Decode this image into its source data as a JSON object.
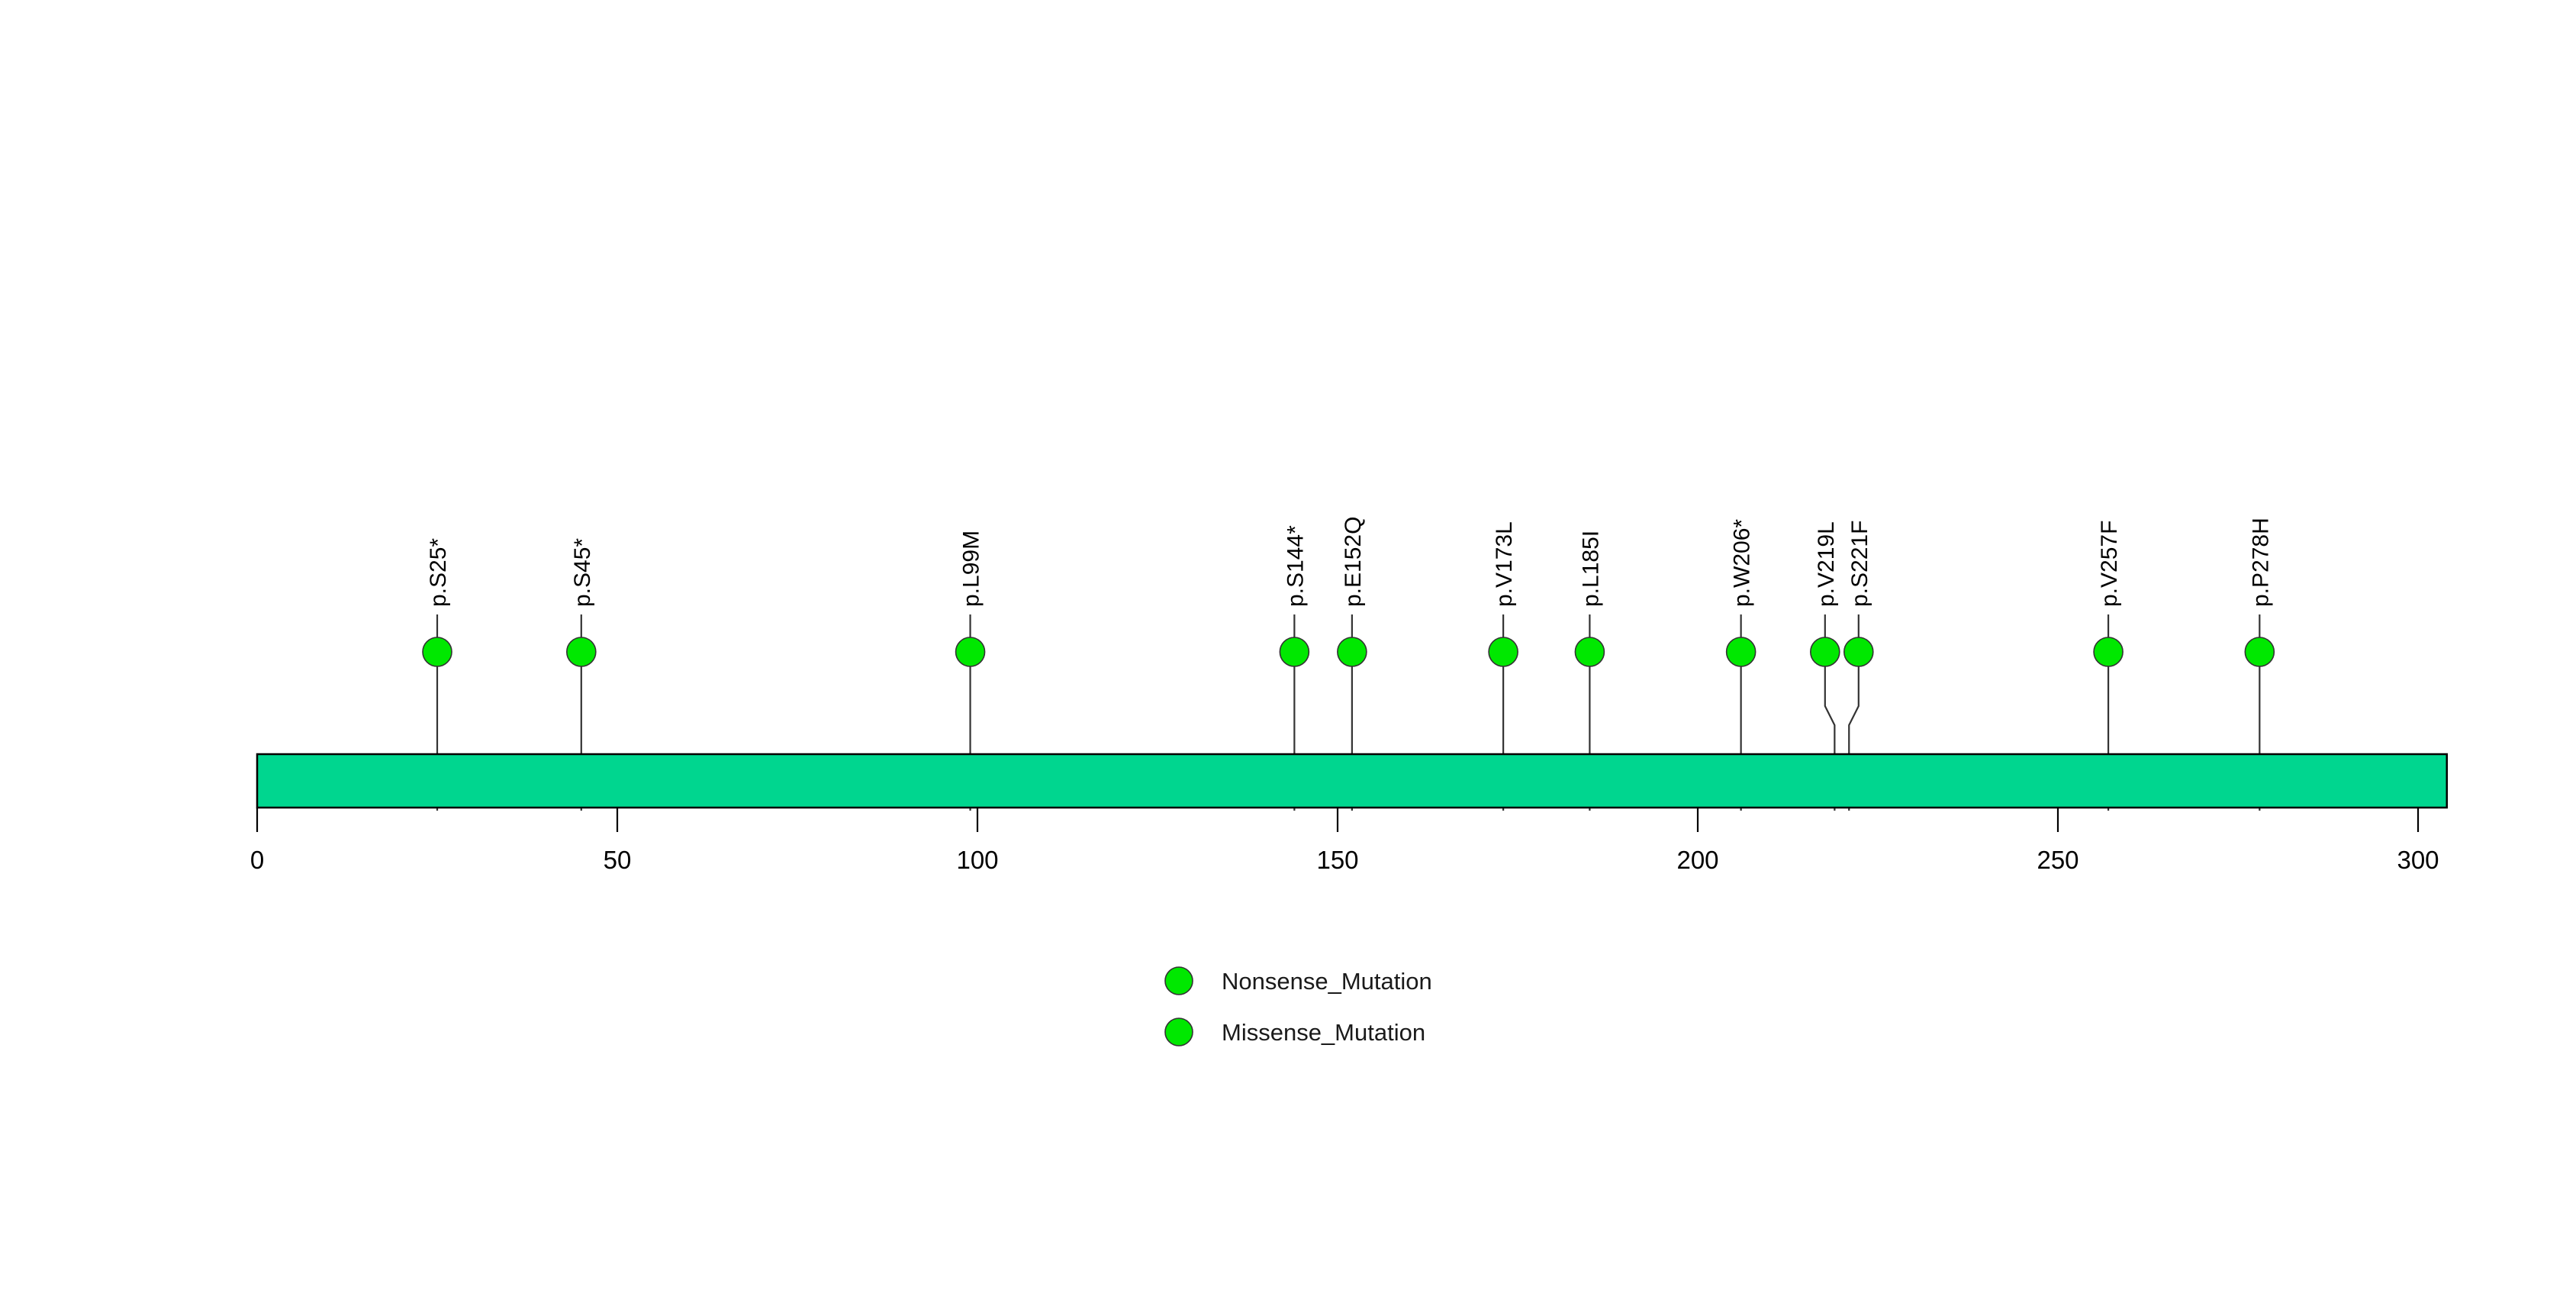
{
  "chart_data": {
    "type": "lollipop",
    "title": "",
    "xlabel": "",
    "ylabel": "",
    "xlim": [
      0,
      304
    ],
    "x_ticks": [
      0,
      50,
      100,
      150,
      200,
      250,
      300
    ],
    "x_tick_labels": [
      "0",
      "50",
      "100",
      "150",
      "200",
      "250",
      "300"
    ],
    "grid": false,
    "protein": {
      "name": "",
      "start": 0,
      "end": 304,
      "bar_color": "#00d68f",
      "border_color": "#000000"
    },
    "marker": {
      "shape": "circle",
      "radius": 19,
      "fill": "#00e800",
      "stroke": "#333333"
    },
    "mutations": [
      {
        "label": "p.S25*",
        "position": 25,
        "count": 1,
        "type": "Nonsense_Mutation",
        "color": "#00e800"
      },
      {
        "label": "p.S45*",
        "position": 45,
        "count": 1,
        "type": "Nonsense_Mutation",
        "color": "#00e800"
      },
      {
        "label": "p.L99M",
        "position": 99,
        "count": 1,
        "type": "Missense_Mutation",
        "color": "#00e800"
      },
      {
        "label": "p.S144*",
        "position": 144,
        "count": 1,
        "type": "Nonsense_Mutation",
        "color": "#00e800"
      },
      {
        "label": "p.E152Q",
        "position": 152,
        "count": 1,
        "type": "Missense_Mutation",
        "color": "#00e800"
      },
      {
        "label": "p.V173L",
        "position": 173,
        "count": 1,
        "type": "Missense_Mutation",
        "color": "#00e800"
      },
      {
        "label": "p.L185I",
        "position": 185,
        "count": 1,
        "type": "Missense_Mutation",
        "color": "#00e800"
      },
      {
        "label": "p.W206*",
        "position": 206,
        "count": 1,
        "type": "Nonsense_Mutation",
        "color": "#00e800"
      },
      {
        "label": "p.V219L",
        "position": 219,
        "count": 1,
        "type": "Missense_Mutation",
        "color": "#00e800"
      },
      {
        "label": "p.S221F",
        "position": 221,
        "count": 1,
        "type": "Missense_Mutation",
        "color": "#00e800"
      },
      {
        "label": "p.V257F",
        "position": 257,
        "count": 1,
        "type": "Missense_Mutation",
        "color": "#00e800"
      },
      {
        "label": "p.P278H",
        "position": 278,
        "count": 1,
        "type": "Missense_Mutation",
        "color": "#00e800"
      }
    ],
    "legend": {
      "position": "bottom-center",
      "entries": [
        {
          "label": "Nonsense_Mutation",
          "color": "#00e800"
        },
        {
          "label": "Missense_Mutation",
          "color": "#00e800"
        }
      ]
    }
  }
}
